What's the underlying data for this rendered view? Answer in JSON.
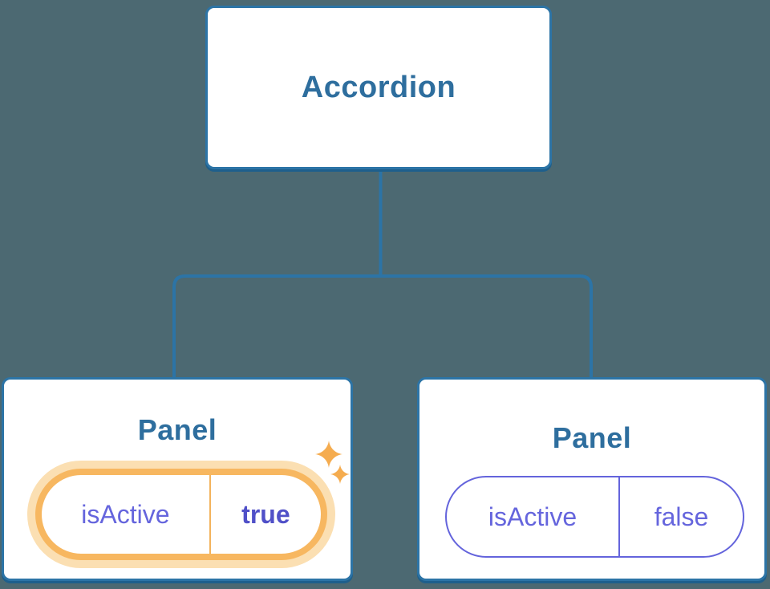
{
  "diagram": {
    "description": "component tree: Accordion with two Panel children and isActive props",
    "root": {
      "label": "Accordion"
    },
    "panels": [
      {
        "label": "Panel",
        "prop_name": "isActive",
        "prop_value": "true",
        "state": "active",
        "decoration": "sparkle-icons"
      },
      {
        "label": "Panel",
        "prop_name": "isActive",
        "prop_value": "false",
        "state": "inactive",
        "decoration": "none"
      }
    ]
  },
  "colors": {
    "background": "#4C6972",
    "connector_line": "#2C74A6",
    "node_border": "#2C74A6",
    "node_shadow": "#1E5F8C",
    "node_background": "#FFFFFF",
    "title_text": "#2E6E9E",
    "prop_text": "#6565DD",
    "prop_value_active_text": "#5050C8",
    "active_ring": "#F7B760",
    "active_halo": "#FBDFB2",
    "active_divider": "#F3B35C",
    "inactive_pill_border": "#6464DC",
    "sparkle": "#F5AC4F"
  }
}
